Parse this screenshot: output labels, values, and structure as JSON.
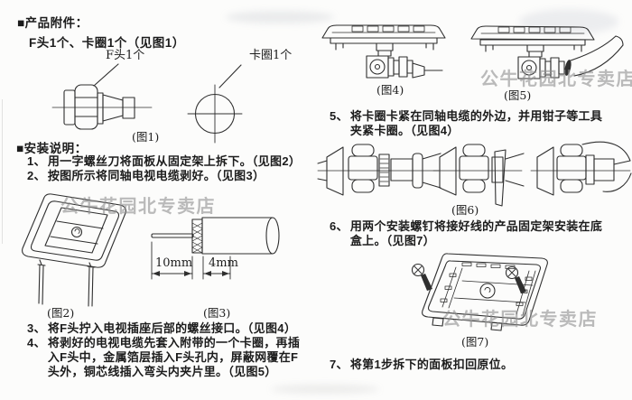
{
  "watermark": {
    "text": "公牛花园北专卖店"
  },
  "accessories": {
    "header": "■产品附件：",
    "intro": "F头1个、卡圈1个（见图1）",
    "f_head_label": "F头1个",
    "ring_label": "卡圈1个"
  },
  "install": {
    "header": "■安装说明：",
    "steps": [
      {
        "num": "1、",
        "text": "用一字螺丝刀将面板从固定架上拆下。（见图2）"
      },
      {
        "num": "2、",
        "text": "按图所示将同轴电视电缆剥好。（见图3）"
      },
      {
        "num": "3、",
        "text": "将F头拧入电视插座后部的螺丝接口。（见图4）"
      },
      {
        "num": "4、",
        "text": "将剥好的电视电缆先套入附带的一个卡圈，再插入F头中，金属箔层插入F头孔内，屏蔽网覆在F头外，铜芯线插入弯头内夹片里。（见图5）"
      },
      {
        "num": "5、",
        "text": "将卡圈卡紧在同轴电缆的外边，并用钳子等工具夹紧卡圈。（见图4）"
      },
      {
        "num": "6、",
        "text": "用两个安装螺钉将接好线的产品固定架安装在底盒上。（见图7）"
      },
      {
        "num": "7、",
        "text": "将第1步拆下的面板扣回原位。"
      }
    ]
  },
  "figures": {
    "fig1": "(图1)",
    "fig2": "(图2)",
    "fig3": "(图3)",
    "fig4": "(图4)",
    "fig5": "(图5)",
    "fig6": "(图6)",
    "fig7": "(图7)"
  },
  "dimensions": {
    "strip_core": "10mm",
    "strip_braid": "4mm"
  },
  "colors": {
    "line": "#2f2f2f",
    "text": "#1c1c1c",
    "watermark": "#8f8f8f",
    "paper": "#fcfcfb"
  }
}
